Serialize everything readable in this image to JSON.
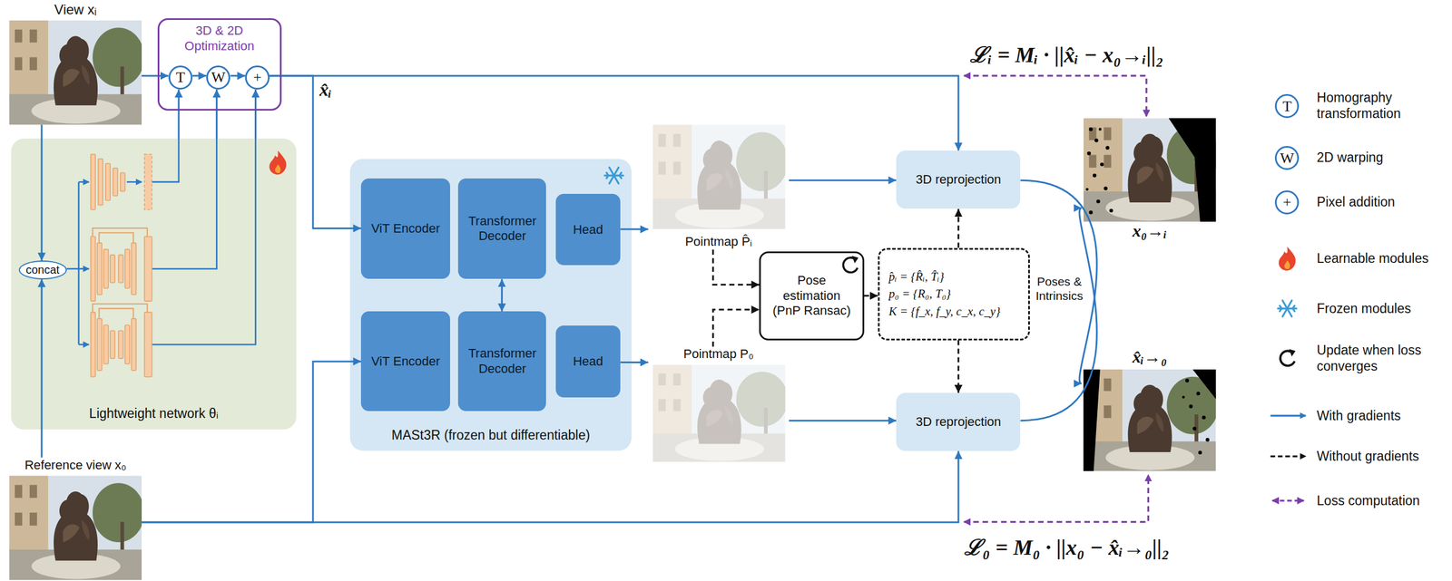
{
  "diagram": {
    "nodes": [
      {
        "text": [
          "View xᵢ"
        ]
      },
      {
        "text": [
          "3D & 2D Optimization"
        ]
      },
      {
        "text": [
          "T"
        ],
        "in": 1
      },
      {
        "text": [
          "W"
        ],
        "in": 1
      },
      {
        "text": [
          "+"
        ],
        "in": 1
      },
      {
        "text": [
          "Lightweight network θᵢ"
        ]
      },
      {
        "text": [
          "concat"
        ],
        "in": 5
      },
      {
        "text": [
          "Reference view x₀"
        ]
      },
      {
        "text": [
          "MASt3R (frozen but differentiable)"
        ]
      },
      {
        "text": [
          "ViT Encoder"
        ],
        "in": 8
      },
      {
        "text": [
          "Transformer Decoder"
        ],
        "in": 8
      },
      {
        "text": [
          "Head"
        ],
        "in": 8
      },
      {
        "text": [
          "ViT Encoder"
        ],
        "in": 8
      },
      {
        "text": [
          "Transformer Decoder"
        ],
        "in": 8
      },
      {
        "text": [
          "Head"
        ],
        "in": 8
      },
      {
        "text": [
          "Pointmap P̂ᵢ"
        ]
      },
      {
        "text": [
          "Pointmap P₀"
        ]
      },
      {
        "text": [
          "Pose estimation (PnP Ransac)"
        ]
      },
      {
        "text": [
          "p̂ᵢ = {R̂ᵢ, T̂ᵢ}",
          "p₀ = {R₀, T₀}",
          "K = {f_x, f_y, c_x, c_y}"
        ]
      },
      {
        "text": [
          "3D reprojection"
        ]
      },
      {
        "text": [
          "3D reprojection"
        ]
      },
      {
        "text": [
          "x₀→ᵢ"
        ]
      },
      {
        "text": [
          "x̂ᵢ→₀"
        ]
      }
    ],
    "edges": [
      {
        "from": 0,
        "to": 2,
        "arrow": "to"
      },
      {
        "from": 0,
        "to": 6,
        "arrow": "to"
      },
      {
        "from": 7,
        "to": 6,
        "arrow": "to"
      },
      {
        "from": 5,
        "to": 2,
        "arrow": "to"
      },
      {
        "from": 5,
        "to": 3,
        "arrow": "to"
      },
      {
        "from": 5,
        "to": 4,
        "arrow": "to"
      },
      {
        "from": 2,
        "to": 3,
        "arrow": "to"
      },
      {
        "from": 3,
        "to": 4,
        "arrow": "to"
      },
      {
        "from": 4,
        "to": 9,
        "arrow": "to"
      },
      {
        "from": 4,
        "to": 19,
        "arrow": "to"
      },
      {
        "from": 7,
        "to": 12,
        "arrow": "to"
      },
      {
        "from": 7,
        "to": 20,
        "arrow": "to"
      },
      {
        "from": 10,
        "to": 13,
        "arrow": "both"
      },
      {
        "from": 11,
        "to": 15,
        "arrow": "to"
      },
      {
        "from": 14,
        "to": 16,
        "arrow": "to"
      },
      {
        "from": 15,
        "to": 19,
        "arrow": "to"
      },
      {
        "from": 16,
        "to": 20,
        "arrow": "to"
      },
      {
        "from": 15,
        "to": 17,
        "arrow": "to"
      },
      {
        "from": 16,
        "to": 17,
        "arrow": "to"
      },
      {
        "from": 17,
        "to": 18,
        "arrow": "to"
      },
      {
        "from": 18,
        "to": 19,
        "arrow": "to"
      },
      {
        "from": 18,
        "to": 20,
        "arrow": "to"
      },
      {
        "from": 19,
        "to": 22,
        "arrow": "to"
      },
      {
        "from": 20,
        "to": 21,
        "arrow": "to"
      }
    ],
    "labels": [
      "x̂ᵢ",
      "ℒᵢ = Mᵢ · ||x̂ᵢ − x₀→ᵢ||₂",
      "ℒ₀ = M₀ · ||x₀ − x̂ᵢ→₀||₂",
      "Poses & Intrinsics",
      "T",
      "W",
      "+"
    ],
    "legend": [
      {
        "text": "Homography transformation"
      },
      {
        "text": "2D warping"
      },
      {
        "text": "Pixel addition"
      },
      {
        "text": "Learnable modules"
      },
      {
        "text": "Frozen modules"
      },
      {
        "text": "Update when loss converges"
      },
      {
        "text": "With gradients"
      },
      {
        "text": "Without gradients"
      },
      {
        "text": "Loss computation"
      }
    ]
  }
}
